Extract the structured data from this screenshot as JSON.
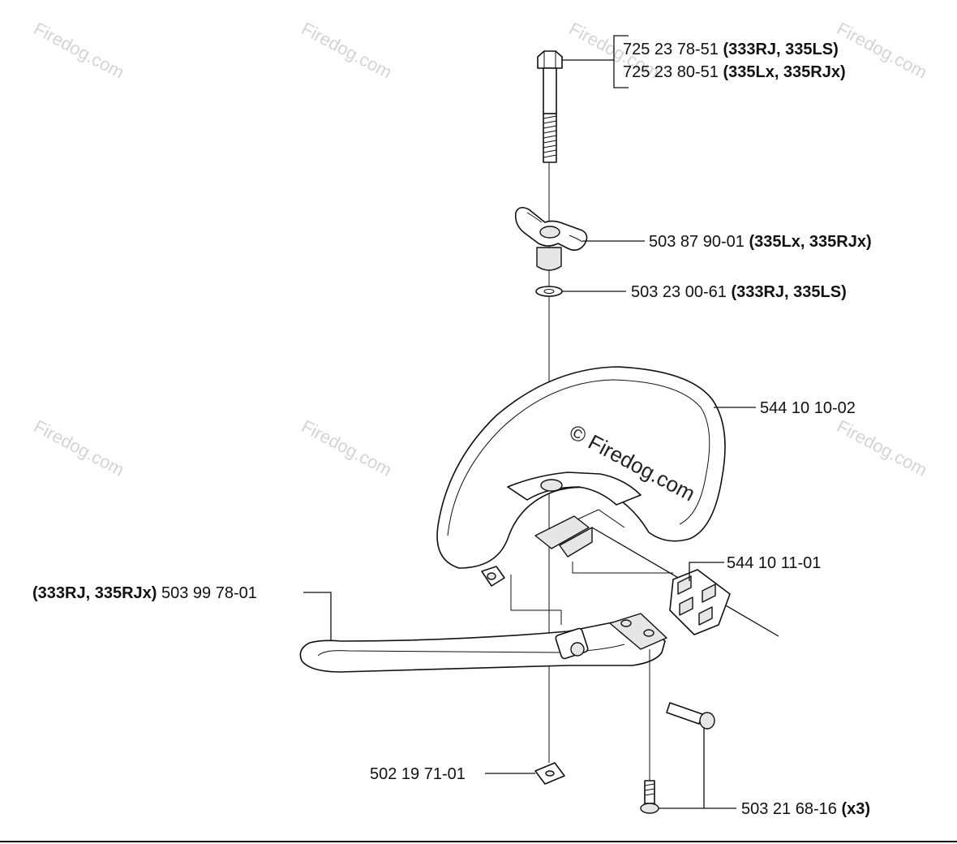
{
  "watermark": "Firedog.com",
  "watermark_main": "© Firedog.com",
  "labels": {
    "bolt_a": {
      "number": "725 23 78-51",
      "models": "(333RJ, 335LS)"
    },
    "bolt_b": {
      "number": "725 23 80-51",
      "models": "(335Lx, 335RJx)"
    },
    "knob": {
      "number": "503 87 90-01",
      "models": "(335Lx, 335RJx)"
    },
    "washer": {
      "number": "503 23 00-61",
      "models": "(333RJ, 335LS)"
    },
    "handle": {
      "number": "544 10 10-02"
    },
    "clamp": {
      "number": "544 10 11-01"
    },
    "barrier": {
      "models": "(333RJ, 335RJx)",
      "number": "503 99 78-01"
    },
    "nut": {
      "number": "502 19 71-01"
    },
    "screw": {
      "number": "503 21 68-16",
      "qty": "(x3)"
    }
  }
}
